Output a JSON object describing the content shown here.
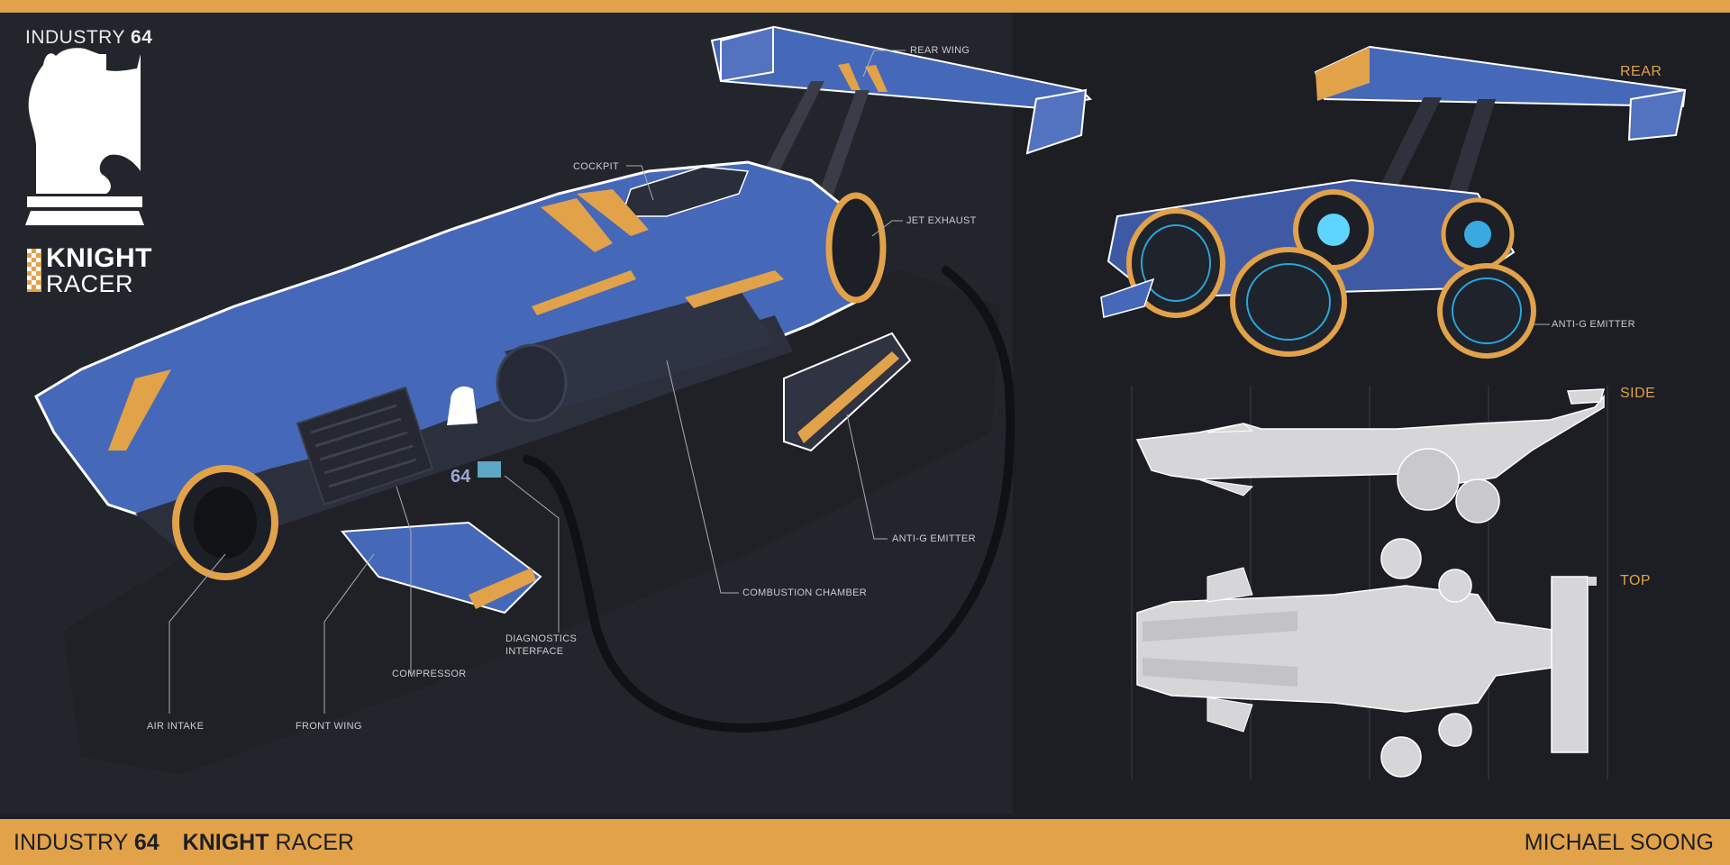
{
  "brand": {
    "industry": "INDUSTRY",
    "number": "64",
    "knight": "KNIGHT",
    "racer": "RACER"
  },
  "callouts": {
    "rear_wing": "REAR WING",
    "cockpit": "COCKPIT",
    "jet_exhaust": "JET EXHAUST",
    "anti_g_emitter": "ANTI-G EMITTER",
    "combustion_chamber": "COMBUSTION CHAMBER",
    "diagnostics_line1": "DIAGNOSTICS",
    "diagnostics_line2": "INTERFACE",
    "compressor": "COMPRESSOR",
    "front_wing": "FRONT WING",
    "air_intake": "AIR INTAKE",
    "anti_g_emitter_rear": "ANTI-G EMITTER"
  },
  "views": {
    "rear": "REAR",
    "side": "SIDE",
    "top": "TOP"
  },
  "hull_number": "64",
  "footer": {
    "industry": "INDUSTRY",
    "number": "64",
    "knight": "KNIGHT",
    "racer": "RACER",
    "author": "MICHAEL SOONG"
  },
  "colors": {
    "accent_orange": "#e1a24a",
    "hull_blue": "#4668b8",
    "background": "#23252c",
    "background_right": "#1c1e24",
    "blueprint_grey": "#d6d6d8"
  }
}
